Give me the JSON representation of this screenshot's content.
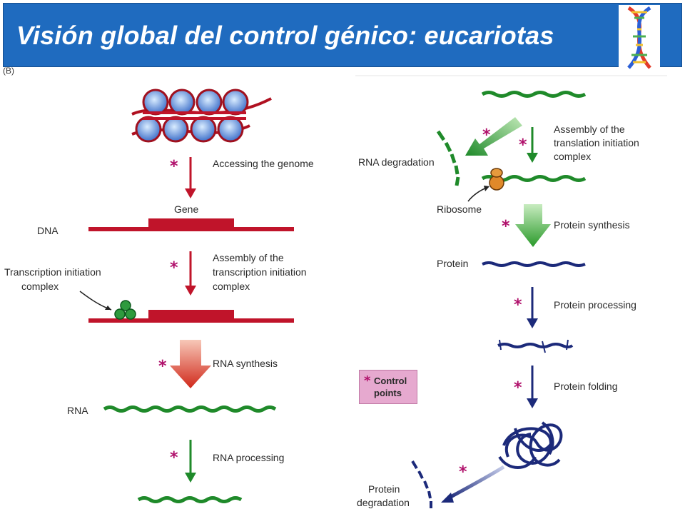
{
  "header": {
    "title": "Visión global del control génico: eucariotas"
  },
  "panel_label": "(B)",
  "left": {
    "step_accessing": "Accessing the genome",
    "gene": "Gene",
    "dna": "DNA",
    "step_assembly_1": "Assembly  of the",
    "step_assembly_2": "transcription initiation",
    "step_assembly_3": "complex",
    "tic_1": "Transcription initiation",
    "tic_2": "complex",
    "step_rna_synthesis": "RNA synthesis",
    "rna": "RNA",
    "step_rna_processing": "RNA processing"
  },
  "right": {
    "step_translation_1": "Assembly of the",
    "step_translation_2": "translation initiation",
    "step_translation_3": "complex",
    "rna_degradation": "RNA degradation",
    "ribosome": "Ribosome",
    "step_protein_synthesis": "Protein synthesis",
    "protein": "Protein",
    "step_protein_processing": "Protein processing",
    "step_protein_folding": "Protein folding",
    "protein_degradation_1": "Protein",
    "protein_degradation_2": "degradation"
  },
  "legend": {
    "line1": "Control",
    "line2": "points"
  },
  "star_symbol": "*",
  "colors": {
    "header_bg": "#1f6bbf",
    "dna_red": "#c0142a",
    "rna_green": "#1f8a2a",
    "protein_blue": "#1c2a7a",
    "star": "#b0106b",
    "legend_bg": "#e6a9cf"
  }
}
